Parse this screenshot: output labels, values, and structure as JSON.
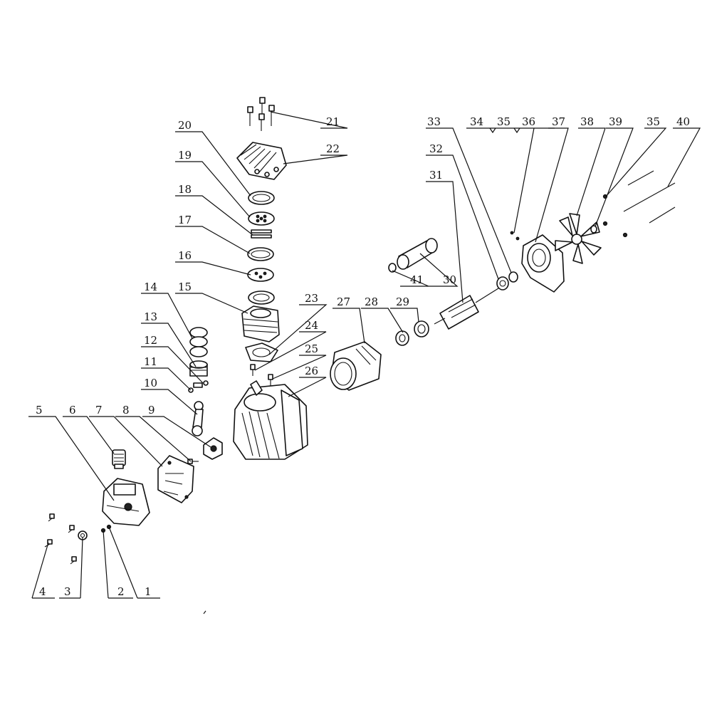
{
  "parts": {
    "p1": "1",
    "p2": "2",
    "p3": "3",
    "p4": "4",
    "p5": "5",
    "p6": "6",
    "p7": "7",
    "p8": "8",
    "p9": "9",
    "p10": "10",
    "p11": "11",
    "p12": "12",
    "p13": "13",
    "p14": "14",
    "p15": "15",
    "p16": "16",
    "p17": "17",
    "p18": "18",
    "p19": "19",
    "p20": "20",
    "p21": "21",
    "p22": "22",
    "p23": "23",
    "p24": "24",
    "p25": "25",
    "p26": "26",
    "p27": "27",
    "p28": "28",
    "p29": "29",
    "p30": "30",
    "p31": "31",
    "p32": "32",
    "p33": "33",
    "p34": "34",
    "p35": "35",
    "p35b": "35",
    "p36": "36",
    "p37": "37",
    "p38": "38",
    "p39": "39",
    "p40": "40",
    "p41": "41"
  },
  "colors": {
    "line": "#111111",
    "background": "#ffffff"
  }
}
